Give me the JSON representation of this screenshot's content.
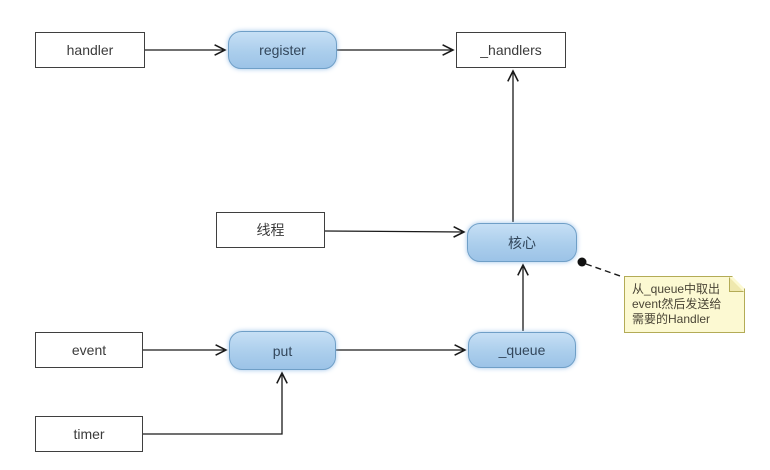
{
  "diagram": {
    "nodes": [
      {
        "id": "handler",
        "label": "handler",
        "shape": "rect"
      },
      {
        "id": "register",
        "label": "register",
        "shape": "rounded"
      },
      {
        "id": "handlers",
        "label": "_handlers",
        "shape": "rect"
      },
      {
        "id": "thread",
        "label": "线程",
        "shape": "rect"
      },
      {
        "id": "core",
        "label": "核心",
        "shape": "rounded"
      },
      {
        "id": "event",
        "label": "event",
        "shape": "rect"
      },
      {
        "id": "put",
        "label": "put",
        "shape": "rounded"
      },
      {
        "id": "queue",
        "label": "_queue",
        "shape": "rounded"
      },
      {
        "id": "timer",
        "label": "timer",
        "shape": "rect"
      }
    ],
    "note": {
      "text": "从_queue中取出event然后发送给需要的Handler",
      "lines": [
        "从_queue中取出",
        "event然后发送给",
        "需要的Handler"
      ]
    },
    "edges": [
      {
        "from": "handler",
        "to": "register",
        "style": "solid-arrow"
      },
      {
        "from": "register",
        "to": "_handlers",
        "style": "solid-arrow"
      },
      {
        "from": "线程",
        "to": "核心",
        "style": "solid-arrow"
      },
      {
        "from": "核心",
        "to": "_handlers",
        "style": "solid-arrow"
      },
      {
        "from": "_queue",
        "to": "核心",
        "style": "solid-arrow"
      },
      {
        "from": "event",
        "to": "put",
        "style": "solid-arrow"
      },
      {
        "from": "put",
        "to": "_queue",
        "style": "solid-arrow"
      },
      {
        "from": "timer",
        "to": "put",
        "style": "solid-arrow-elbow"
      },
      {
        "from": "核心",
        "to": "note",
        "style": "dashed-dot"
      }
    ],
    "colors": {
      "background": "#ffffff",
      "node_fill_top": "#c6dff5",
      "node_fill_bottom": "#9cc3e7",
      "node_border": "#6f9fc7",
      "rect_fill": "#ffffff",
      "rect_border": "#3f3f3f",
      "note_fill": "#fcf9d2",
      "note_border": "#b3ab56",
      "connector": "#1a1a1a"
    }
  }
}
